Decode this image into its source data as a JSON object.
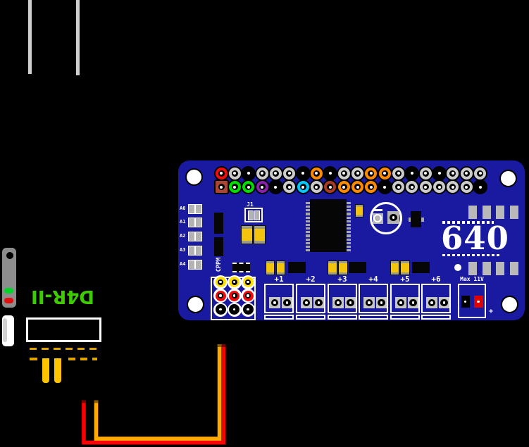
{
  "receiver": {
    "label": "D4R-II"
  },
  "board": {
    "logo": "640",
    "analog_labels": [
      "A0",
      "A1",
      "A2",
      "A3",
      "A4"
    ],
    "cppm_label": "CPPM",
    "j1_label": "J1",
    "servo_labels": [
      "+1",
      "+2",
      "+3",
      "+4",
      "+5",
      "+6"
    ],
    "power_label": "Max 11V",
    "power_plus_label": "+",
    "header": {
      "row1": [
        "red",
        "gray",
        "black",
        "gray",
        "gray",
        "gray",
        "black",
        "orange",
        "black",
        "gray",
        "gray",
        "orange",
        "orange",
        "gray",
        "black",
        "gray",
        "black",
        "gray",
        "gray",
        "gray"
      ],
      "row2": [
        "square-red",
        "green",
        "green",
        "purple",
        "black",
        "gray",
        "cyan",
        "gray",
        "rust",
        "orange",
        "orange",
        "orange",
        "black",
        "gray",
        "gray",
        "gray",
        "gray",
        "gray",
        "gray",
        "black"
      ]
    },
    "cppm_rows": [
      "yellow",
      "red",
      "black"
    ]
  },
  "palette": {
    "board_blue": "#1a1aa0",
    "red": "#ee0c0c",
    "gray": "#cccccc",
    "black": "#000000",
    "orange": "#ff8a00",
    "green": "#00dd00",
    "purple": "#8822aa",
    "cyan": "#00c8ff",
    "rust": "#a93b22",
    "square-red": "#a94636",
    "yellow": "#ffe000",
    "wire_red": "#ff0000",
    "wire_orange": "#ffaa00",
    "receiver_green": "#3ecc00",
    "pin_yellow": "#ffc400",
    "led_green": "#00d42a",
    "led_red": "#e01010"
  }
}
